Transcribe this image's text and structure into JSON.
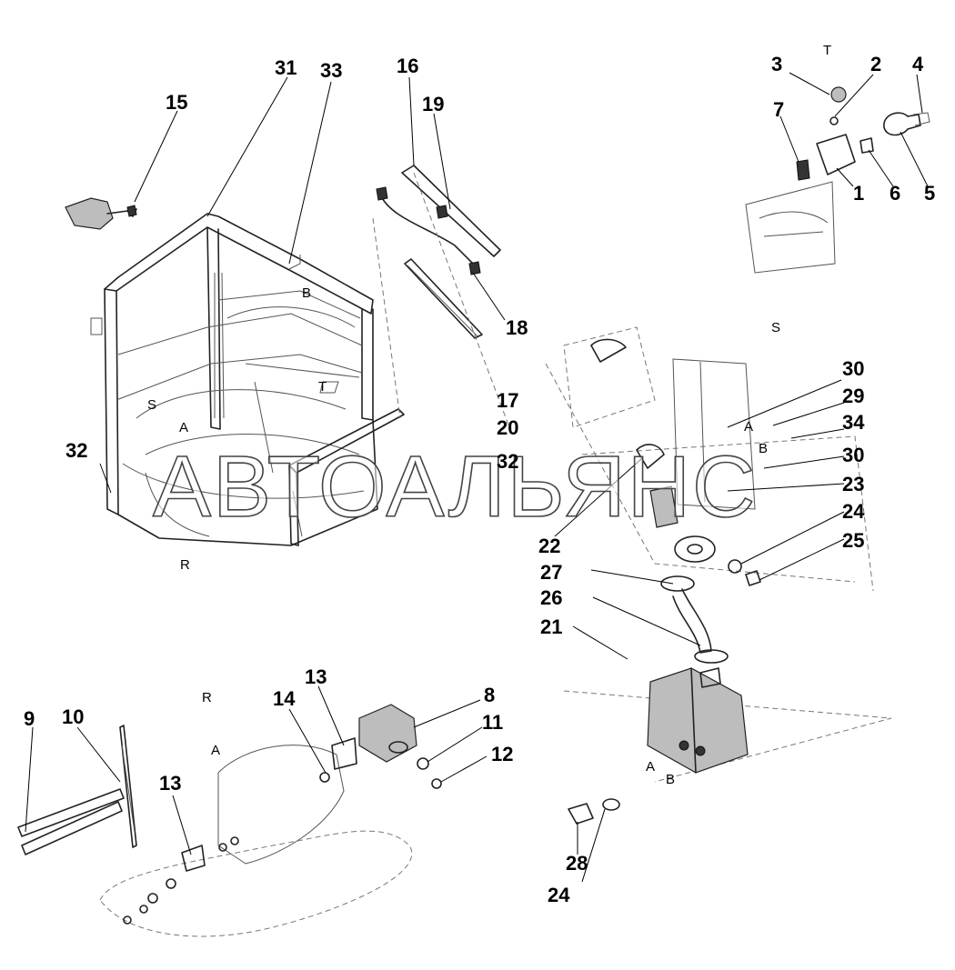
{
  "callouts": [
    {
      "label": "31"
    },
    {
      "label": "33"
    },
    {
      "label": "16"
    },
    {
      "label": "19"
    },
    {
      "label": "15"
    },
    {
      "label": "18"
    },
    {
      "label": "17"
    },
    {
      "label": "20"
    },
    {
      "label": "32"
    },
    {
      "label": "32"
    },
    {
      "label": "3"
    },
    {
      "label": "2"
    },
    {
      "label": "4"
    },
    {
      "label": "7"
    },
    {
      "label": "1"
    },
    {
      "label": "6"
    },
    {
      "label": "5"
    },
    {
      "label": "30"
    },
    {
      "label": "29"
    },
    {
      "label": "34"
    },
    {
      "label": "30"
    },
    {
      "label": "23"
    },
    {
      "label": "24"
    },
    {
      "label": "25"
    },
    {
      "label": "22"
    },
    {
      "label": "27"
    },
    {
      "label": "26"
    },
    {
      "label": "21"
    },
    {
      "label": "28"
    },
    {
      "label": "24"
    },
    {
      "label": "13"
    },
    {
      "label": "14"
    },
    {
      "label": "8"
    },
    {
      "label": "11"
    },
    {
      "label": "12"
    },
    {
      "label": "9"
    },
    {
      "label": "10"
    },
    {
      "label": "13"
    }
  ],
  "view_letters": [
    {
      "label": "T"
    },
    {
      "label": "B"
    },
    {
      "label": "S"
    },
    {
      "label": "A"
    },
    {
      "label": "T"
    },
    {
      "label": "R"
    },
    {
      "label": "S"
    },
    {
      "label": "A"
    },
    {
      "label": "B"
    },
    {
      "label": "R"
    },
    {
      "label": "A"
    },
    {
      "label": "A"
    },
    {
      "label": "B"
    }
  ],
  "watermark": "АВТОАЛЬЯНС"
}
